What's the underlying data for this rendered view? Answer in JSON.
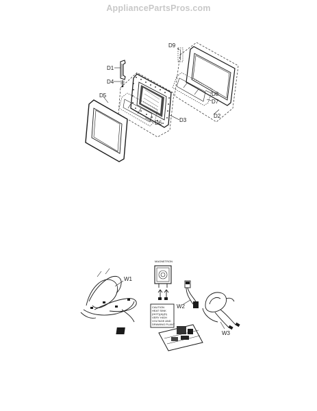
{
  "watermark": "AppliancePartsPros.com",
  "door_assembly": {
    "labels": {
      "D1": "D1",
      "D2": "D2",
      "D3": "D3",
      "D4": "D4",
      "D5": "D5",
      "D6": "D6",
      "D7": "D7",
      "D8": "D8",
      "D9": "D9"
    }
  },
  "wiring": {
    "magnetron_label": "MAGNETRON",
    "caution_lines": [
      "CAUTION",
      "HEAT SINK",
      "(HOT)(A)(D)",
      "VERY HIGH",
      "VOLTAGE AND",
      "DRAWING PLANT"
    ],
    "labels": {
      "W1": "W1",
      "W2": "W2",
      "W3": "W3"
    }
  }
}
